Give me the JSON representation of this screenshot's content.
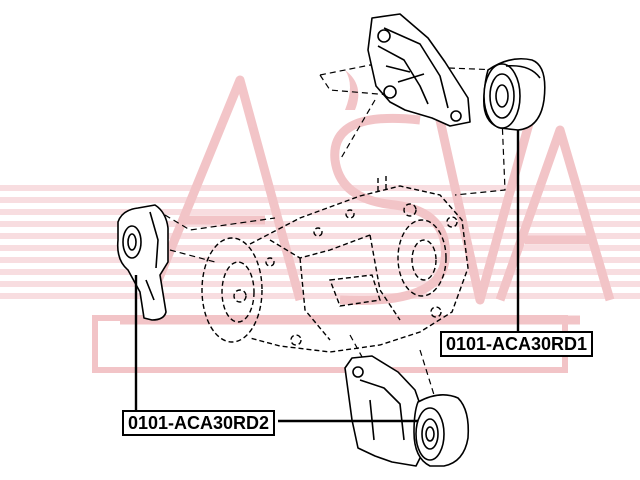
{
  "watermark": {
    "text": "ASVA",
    "color": "#e46a72"
  },
  "labels": {
    "rd1": "0101-ACA30RD1",
    "rd2": "0101-ACA30RD2"
  },
  "colors": {
    "line": "#000000",
    "background": "#ffffff"
  }
}
